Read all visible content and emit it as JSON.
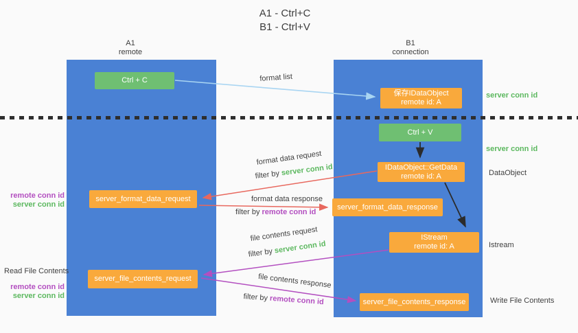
{
  "title": {
    "line1": "A1 - Ctrl+C",
    "line2": "B1 - Ctrl+V"
  },
  "columns": {
    "a1": {
      "name": "A1",
      "subtitle": "remote"
    },
    "b1": {
      "name": "B1",
      "subtitle": "connection"
    }
  },
  "nodes": {
    "ctrl_c": "Ctrl + C",
    "ctrl_v": "Ctrl + V",
    "save_dataobject_line1": "保存IDataObject",
    "save_dataobject_line2": "remote id: A",
    "getdata_line1": "IDataObject::GetData",
    "getdata_line2": "remote id: A",
    "istream_line1": "IStream",
    "istream_line2": "remote id: A",
    "format_request": "server_format_data_request",
    "format_response": "server_format_data_response",
    "file_request": "server_file_contents_request",
    "file_response": "server_file_contents_response"
  },
  "flow_labels": {
    "format_list": "format list",
    "format_data_request": "format data request",
    "format_filter_request_prefix": "filter by ",
    "format_filter_request_highlight": "server conn id",
    "format_data_response": "format data response",
    "format_filter_response_prefix": "filter by ",
    "format_filter_response_highlight": "remote conn id",
    "file_contents_request": "file contents request",
    "file_filter_request_prefix": "filter by ",
    "file_filter_request_highlight": "server conn id",
    "file_contents_response": "file contents response",
    "file_filter_response_prefix": "filter by ",
    "file_filter_response_highlight": "remote conn id"
  },
  "side_labels": {
    "server_conn_id_top_right": "server conn id",
    "server_conn_id_mid_right": "server conn id",
    "dataobject": "DataObject",
    "istream": "Istream",
    "write_file_contents": "Write File Contents",
    "read_file_contents": "Read File Contents",
    "left_remote_conn_id_1": "remote conn id",
    "left_server_conn_id_1": "server conn id",
    "left_remote_conn_id_2": "remote conn id",
    "left_server_conn_id_2": "server conn id"
  },
  "colors": {
    "lifeline_blue": "#4a81d4",
    "node_green": "#6fbf72",
    "node_orange": "#f9a93c",
    "arrow_red": "#e8685e",
    "arrow_purple": "#b34fc0",
    "arrow_lightblue": "#a9d5f2",
    "arrow_black": "#2b2b2b",
    "text_green": "#5cb85f",
    "text_purple": "#b34fc0",
    "background": "#fafafa"
  }
}
